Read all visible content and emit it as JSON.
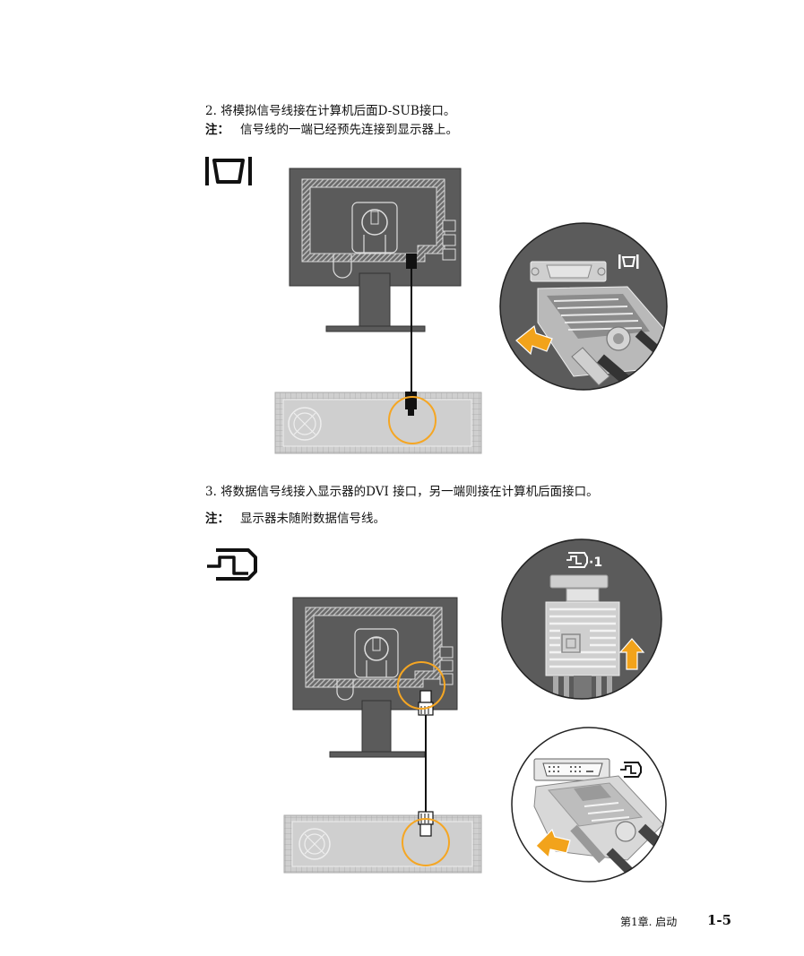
{
  "step2": {
    "text": "2. 将模拟信号线接在计算机后面D-SUB接口。",
    "note_label": "注：",
    "note_text": "信号线的一端已经预先连接到显示器上。",
    "icon": "vga-port-icon"
  },
  "step3": {
    "text": "3. 将数据信号线接入显示器的DVI 接口，另一端则接在计算机后面接口。",
    "note_label": "注：",
    "note_text": "显示器未随附数据信号线。",
    "icon": "dvi-port-icon",
    "closeup_label": "·1"
  },
  "footer": {
    "chapter": "第1章. 启动",
    "page": "1-5"
  },
  "colors": {
    "monitor_gray": "#5b5b5b",
    "hatch_gray": "#c8c8c8",
    "case_gray": "#cfcfcf",
    "highlight_orange": "#f5a623",
    "arrow_orange": "#f2a31b"
  }
}
